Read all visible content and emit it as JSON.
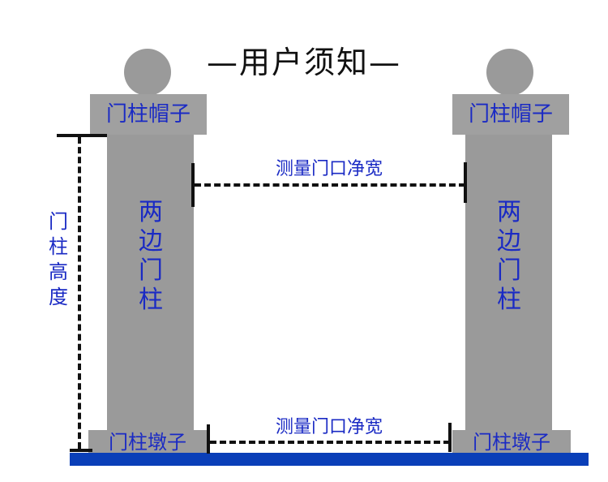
{
  "title": "—用户须知—",
  "labels": {
    "cap": "门柱帽子",
    "column": [
      "两",
      "边",
      "门",
      "柱"
    ],
    "base": "门柱墩子",
    "height": [
      "门",
      "柱",
      "高",
      "度"
    ],
    "width_top": "测量门口净宽",
    "width_bottom": "测量门口净宽"
  },
  "colors": {
    "label_blue": "#1a2ac4",
    "ground_blue": "#0a3fb8",
    "pillar_gray": "#9a9a9a"
  }
}
